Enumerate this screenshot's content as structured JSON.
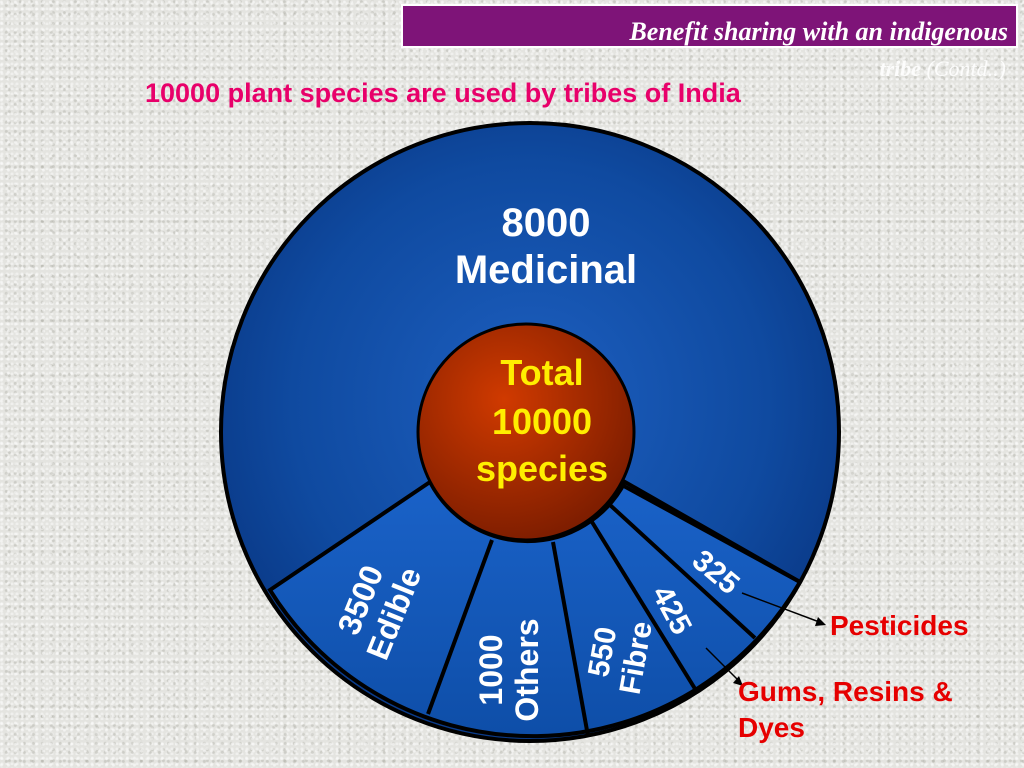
{
  "slide": {
    "title_line1": "Benefit sharing with an indigenous",
    "title_line2_bold": "tribe",
    "title_line2_rest": " (Contd..)",
    "headline": "10000 plant species are used by tribes of India"
  },
  "diagram": {
    "center": {
      "line1": "Total",
      "line2": "10000",
      "line3": "species"
    },
    "medicinal": {
      "value": "8000",
      "label": "Medicinal"
    },
    "segments": [
      {
        "id": "edible",
        "value": "3500",
        "label": "Edible"
      },
      {
        "id": "others",
        "value": "1000",
        "label": "Others"
      },
      {
        "id": "fibre",
        "value": "550",
        "label": "Fibre"
      },
      {
        "id": "gums",
        "value": "425"
      },
      {
        "id": "pesticides",
        "value": "325"
      }
    ],
    "callouts": {
      "pesticides": "Pesticides",
      "gums_line1": "Gums, Resins &",
      "gums_line2": "Dyes"
    }
  },
  "colors": {
    "title_bar": "#7e1478",
    "headline": "#e8006a",
    "outer_circle": "#0f4fa8",
    "center_circle": "#a62a00",
    "center_text": "#ffee00",
    "callout_text": "#e60000"
  }
}
